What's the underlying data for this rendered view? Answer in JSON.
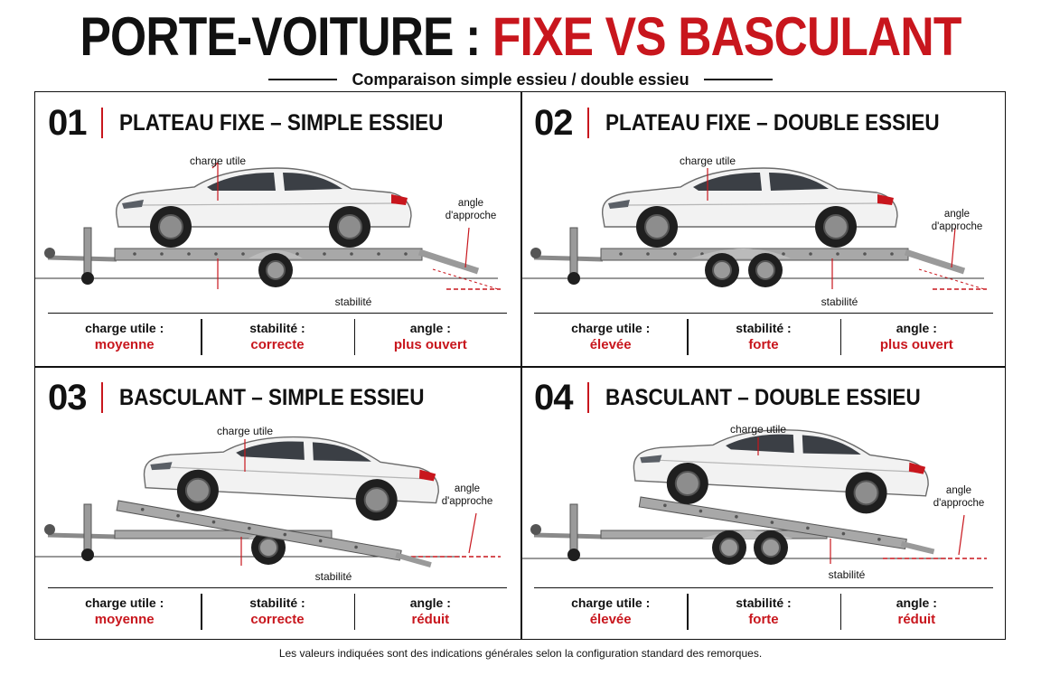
{
  "header": {
    "title_part1": "PORTE-VOITURE : ",
    "title_part2": "FIXE VS BASCULANT",
    "subtitle": "Comparaison simple essieu / double essieu"
  },
  "colors": {
    "accent": "#c8161d",
    "text": "#111111",
    "trailer": "#9a9a9a",
    "car": "#f2f2f2"
  },
  "panels": [
    {
      "number": "01",
      "name": "PLATEAU FIXE – SIMPLE ESSIEU",
      "labels": {
        "load": "charge utile",
        "angle_line1": "angle",
        "angle_line2": "d'approche",
        "stability": "stabilité"
      },
      "specs": [
        {
          "label": "charge utile :",
          "value": "moyenne"
        },
        {
          "label": "stabilité :",
          "value": "correcte"
        },
        {
          "label": "angle :",
          "value": "plus ouvert"
        }
      ]
    },
    {
      "number": "02",
      "name": "PLATEAU FIXE – DOUBLE ESSIEU",
      "labels": {
        "load": "charge utile",
        "angle_line1": "angle",
        "angle_line2": "d'approche",
        "stability": "stabilité"
      },
      "specs": [
        {
          "label": "charge utile :",
          "value": "élevée"
        },
        {
          "label": "stabilité :",
          "value": "forte"
        },
        {
          "label": "angle :",
          "value": "plus ouvert"
        }
      ]
    },
    {
      "number": "03",
      "name": "BASCULANT – SIMPLE ESSIEU",
      "labels": {
        "load": "charge utile",
        "angle_line1": "angle",
        "angle_line2": "d'approche",
        "stability": "stabilité"
      },
      "specs": [
        {
          "label": "charge utile :",
          "value": "moyenne"
        },
        {
          "label": "stabilité :",
          "value": "correcte"
        },
        {
          "label": "angle :",
          "value": "réduit"
        }
      ]
    },
    {
      "number": "04",
      "name": "BASCULANT – DOUBLE ESSIEU",
      "labels": {
        "load": "charge utile",
        "angle_line1": "angle",
        "angle_line2": "d'approche",
        "stability": "stabilité"
      },
      "specs": [
        {
          "label": "charge utile :",
          "value": "élevée"
        },
        {
          "label": "stabilité :",
          "value": "forte"
        },
        {
          "label": "angle :",
          "value": "réduit"
        }
      ]
    }
  ],
  "footer": {
    "note": "Les valeurs indiquées sont des indications générales selon la configuration standard des remorques."
  }
}
